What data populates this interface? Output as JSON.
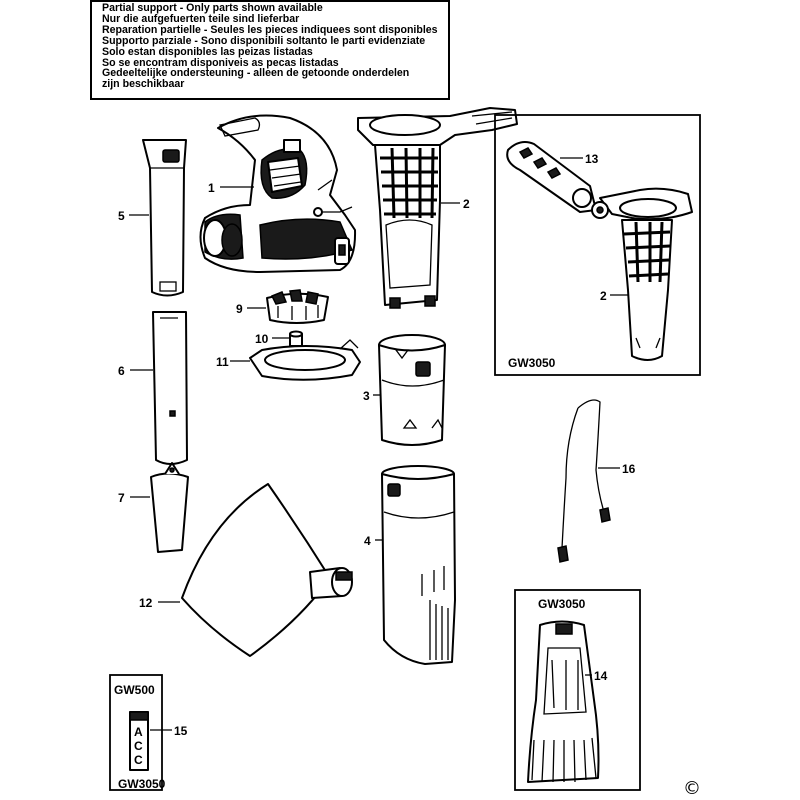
{
  "notice": {
    "lines": [
      "Partial support - Only parts shown available",
      "Nur die aufgefuerten teile sind lieferbar",
      "Reparation partielle - Seules les pieces indiquees sont disponibles",
      "Supporto parziale - Sono disponibili soltanto le parti evidenziate",
      "Solo estan disponibles las peizas listadas",
      "So se encontram disponiveis as pecas listadas",
      "Gedeeltelijke ondersteuning - alleen de getoonde onderdelen",
      "zijn beschikbaar"
    ]
  },
  "parts": {
    "p1": "1",
    "p2": "2",
    "p2b": "2",
    "p3": "3",
    "p4": "4",
    "p5": "5",
    "p6": "6",
    "p7": "7",
    "p9": "9",
    "p10": "10",
    "p11": "11",
    "p12": "12",
    "p13": "13",
    "p14": "14",
    "p15": "15",
    "p16": "16"
  },
  "boxes": {
    "gw3050_top": "GW3050",
    "gw3050_rake": "GW3050",
    "gw500": "GW500",
    "gw3050_bottom": "GW3050"
  },
  "label_tag": {
    "a": "A",
    "c": "C",
    "c2": "C"
  },
  "copyright": "©"
}
